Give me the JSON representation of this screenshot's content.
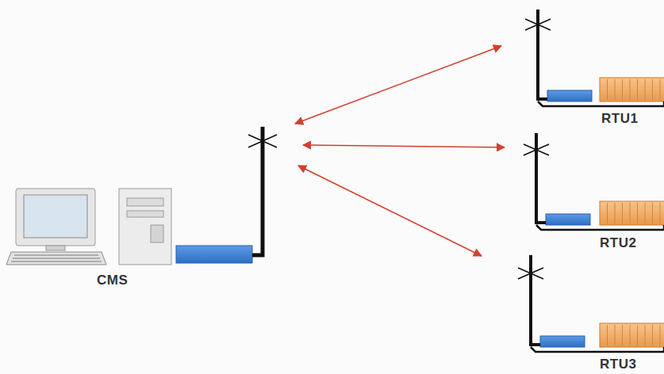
{
  "diagram": {
    "labels": [
      "CMS",
      "RTU1",
      "RTU2",
      "RTU3"
    ]
  }
}
